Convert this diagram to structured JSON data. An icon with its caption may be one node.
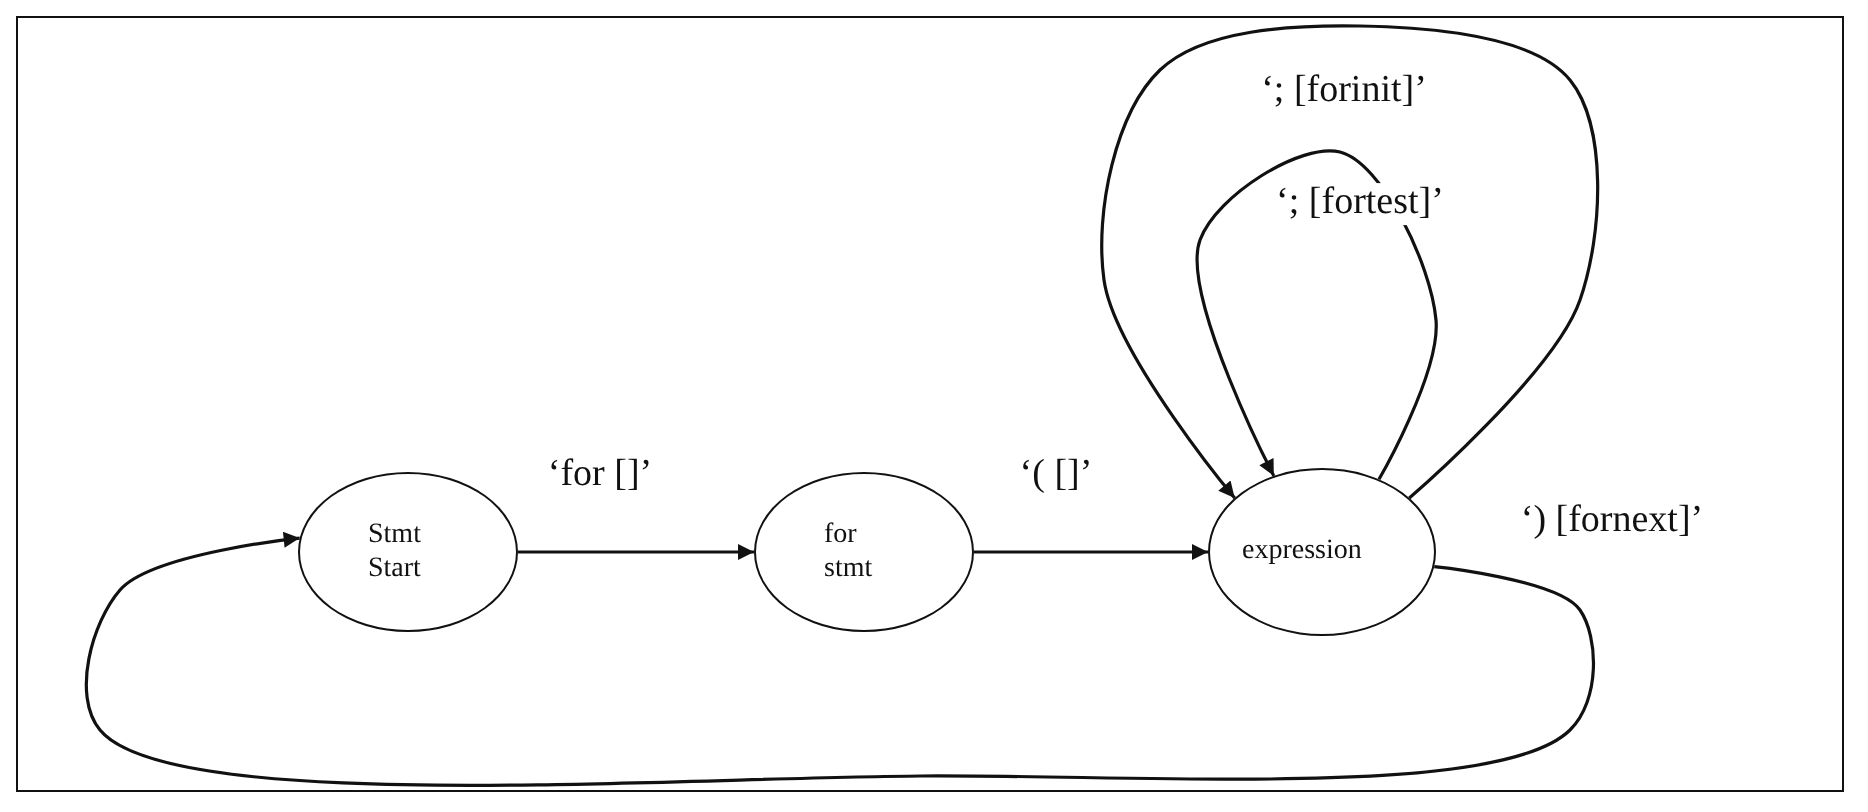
{
  "diagram": {
    "nodes": [
      {
        "text": [
          "Stmt Start"
        ]
      },
      {
        "text": [
          "for stmt"
        ]
      },
      {
        "text": [
          "expression"
        ]
      }
    ],
    "edges": [
      {
        "from": 0,
        "to": 1,
        "arrow": "to",
        "label": "‘for []’"
      },
      {
        "from": 1,
        "to": 2,
        "arrow": "to",
        "label": "‘( []’"
      },
      {
        "from": 2,
        "to": 2,
        "arrow": "to",
        "label": "‘; [forinit]’"
      },
      {
        "from": 2,
        "to": 2,
        "arrow": "to",
        "label": "‘; [fortest]’"
      },
      {
        "from": 2,
        "to": 0,
        "arrow": "to",
        "label": "‘) [fornext]’"
      }
    ]
  }
}
